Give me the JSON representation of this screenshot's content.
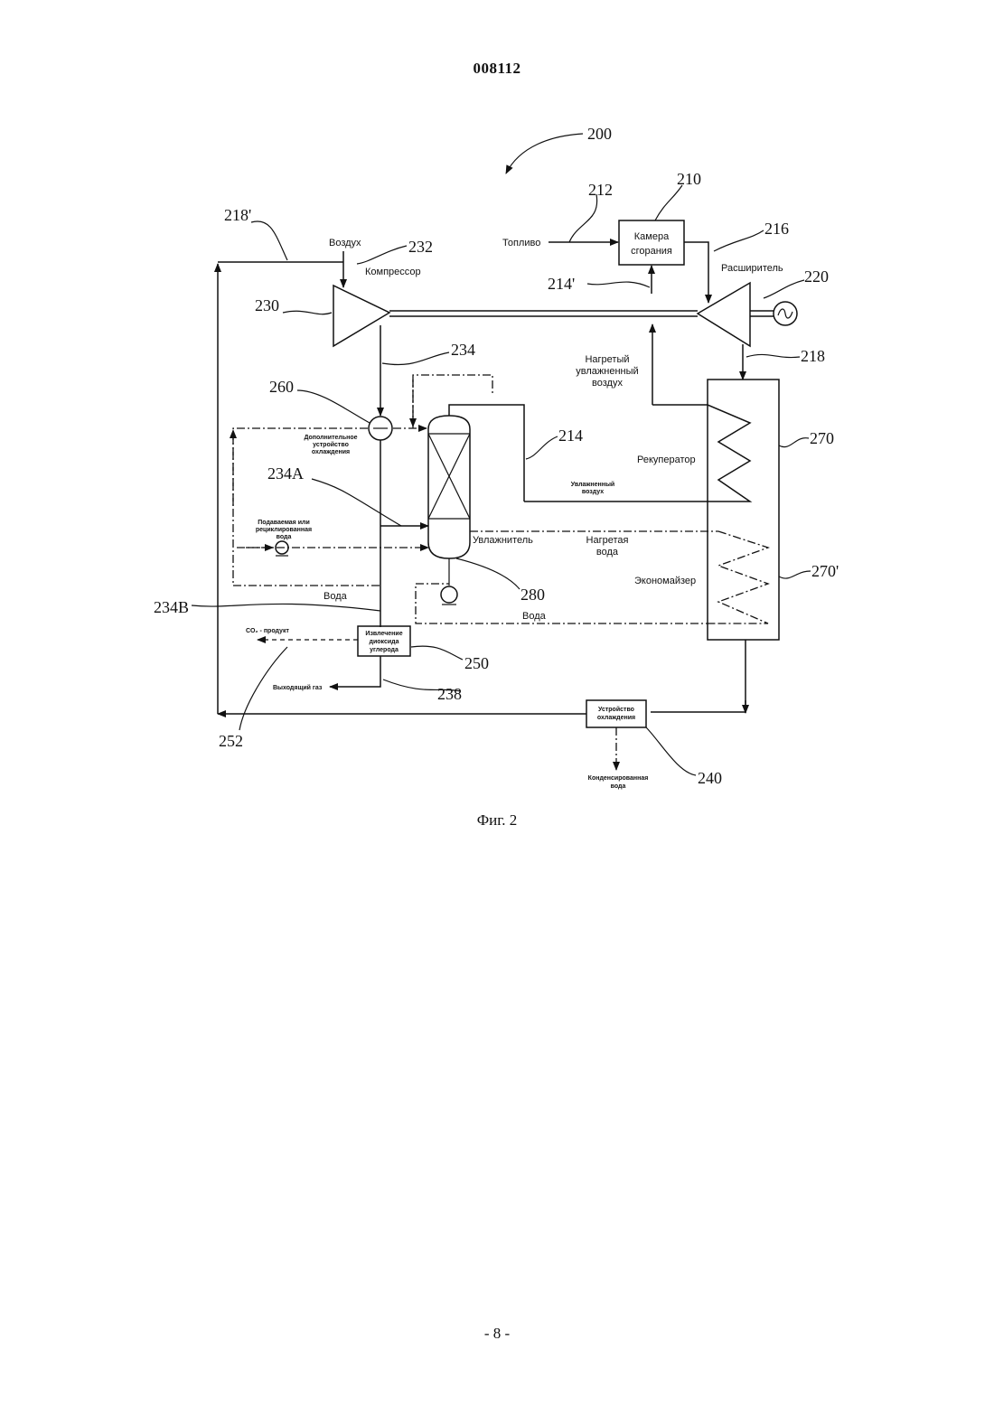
{
  "header": {
    "document_number": "008112"
  },
  "figure": {
    "caption": "Фиг. 2",
    "refs": {
      "system": "200",
      "combustor": "210",
      "fuel_line": "212",
      "humid_air_line": "214",
      "humid_air_branch": "214'",
      "expander_inlet": "216",
      "exhaust_recycle": "218'",
      "exhaust": "218",
      "generator": "220",
      "compressor": "230",
      "air_inlet": "232",
      "compressed_air": "234",
      "humidifier_feed": "234A",
      "water_line": "234B",
      "outlet_line": "238",
      "cooler": "240",
      "co2_removal": "250",
      "co2_product": "252",
      "aux_cooler": "260",
      "recuperator": "270",
      "economizer": "270'",
      "humidifier": "280"
    },
    "labels": {
      "air": "Воздух",
      "compressor": "Компрессор",
      "fuel": "Топливо",
      "combustor_l1": "Камера",
      "combustor_l2": "сгорания",
      "expander": "Расширитель",
      "heated_humid_air_l1": "Нагретый",
      "heated_humid_air_l2": "увлажненный",
      "heated_humid_air_l3": "воздух",
      "aux_cooler_l1": "Дополнительное",
      "aux_cooler_l2": "устройство",
      "aux_cooler_l3": "охлаждения",
      "recuperator": "Рекуператор",
      "humid_air_l1": "Увлажненный",
      "humid_air_l2": "воздух",
      "makeup_water_l1": "Подаваемая или",
      "makeup_water_l2": "рециклированная",
      "makeup_water_l3": "вода",
      "humidifier": "Увлажнитель",
      "heated_water_l1": "Нагретая",
      "heated_water_l2": "вода",
      "economizer": "Экономайзер",
      "water_1": "Вода",
      "water_2": "Вода",
      "co2_product": "CO₂ - продукт",
      "co2_removal_l1": "Извлечение",
      "co2_removal_l2": "диоксида",
      "co2_removal_l3": "углерода",
      "outlet_gas": "Выходящий газ",
      "cooler_l1": "Устройство",
      "cooler_l2": "охлаждения",
      "condensed_water_l1": "Конденсированная",
      "condensed_water_l2": "вода"
    }
  },
  "footer": {
    "page_number": "- 8 -"
  }
}
